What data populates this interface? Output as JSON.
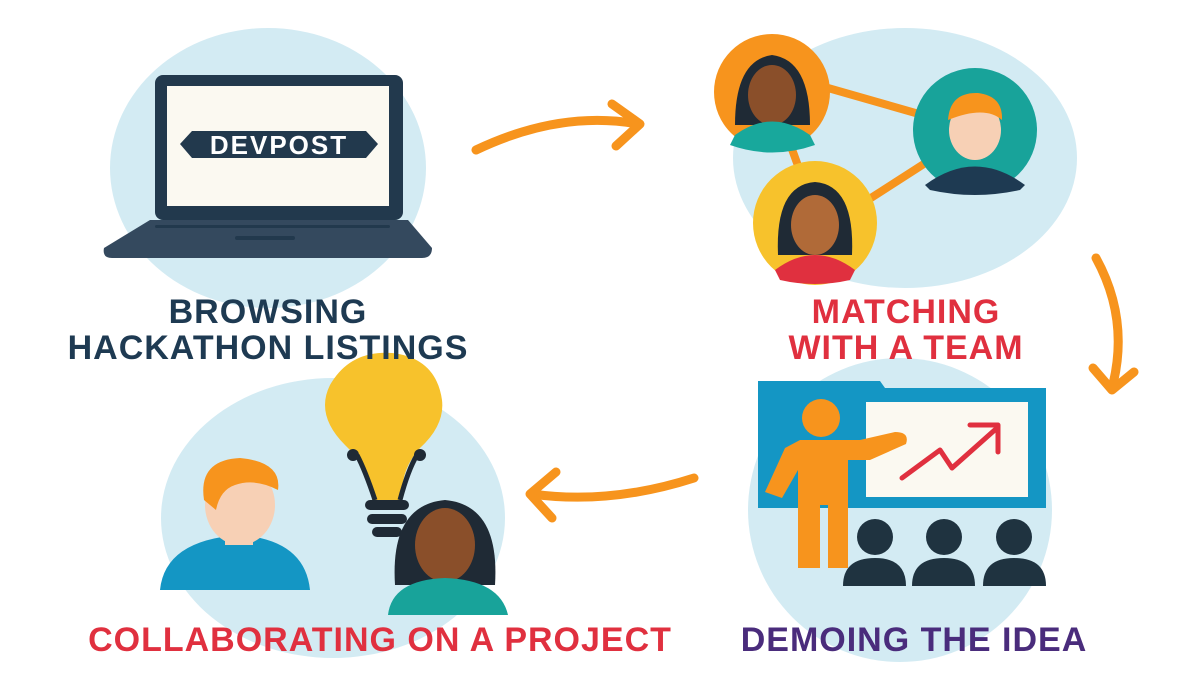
{
  "steps": [
    {
      "title_lines": [
        "BROWSING",
        "HACKATHON LISTINGS"
      ],
      "logo": "DEVPOST",
      "icon": "laptop-icon",
      "color": "#1e3a52"
    },
    {
      "title_lines": [
        "MATCHING",
        "WITH A TEAM"
      ],
      "icon": "team-network-icon",
      "color": "#e0303f"
    },
    {
      "title_lines": [
        "DEMOING THE IDEA"
      ],
      "icon": "presentation-icon",
      "color": "#4a2c7c"
    },
    {
      "title_lines": [
        "COLLABORATING ON A PROJECT"
      ],
      "icon": "collaboration-icon",
      "color": "#e0303f"
    }
  ],
  "colors": {
    "arrow": "#f7941d",
    "circle_bg": "#d3ebf3"
  }
}
